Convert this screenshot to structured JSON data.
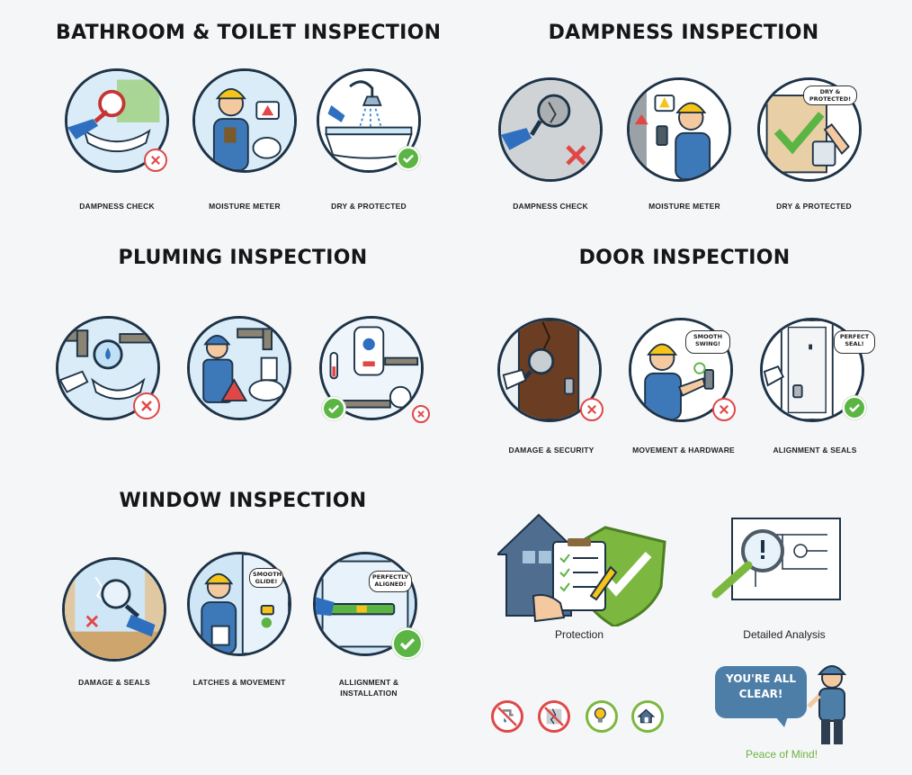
{
  "sections": {
    "bathroom": {
      "title": "BATHROOM & TOILET INSPECTION",
      "items": [
        {
          "label": "DAMPNESS CHECK",
          "status": "fail"
        },
        {
          "label": "MOISTURE METER",
          "status": "neutral"
        },
        {
          "label": "DRY & PROTECTED",
          "status": "pass"
        }
      ]
    },
    "dampness": {
      "title": "DAMPNESS INSPECTION",
      "items": [
        {
          "label": "DAMPNESS CHECK",
          "status": "fail"
        },
        {
          "label": "MOISTURE METER",
          "status": "neutral"
        },
        {
          "label": "DRY & PROTECTED",
          "status": "pass",
          "speech": "DRY & PROTECTED!"
        }
      ]
    },
    "plumbing": {
      "title": "PLUMING INSPECTION",
      "items": [
        {
          "status": "fail"
        },
        {
          "status": "warning"
        },
        {
          "status": "mixed"
        }
      ]
    },
    "door": {
      "title": "DOOR INSPECTION",
      "items": [
        {
          "label": "DAMAGE & SECURITY",
          "status": "fail"
        },
        {
          "label": "MOVEMENT & HARDWARE",
          "status": "fail",
          "speech": "SMOOTH SWING!"
        },
        {
          "label": "ALIGNMENT & SEALS",
          "status": "pass",
          "speech": "PERFECT SEAL!"
        }
      ]
    },
    "window": {
      "title": "WINDOW INSPECTION",
      "items": [
        {
          "label": "DAMAGE & SEALS",
          "status": "fail"
        },
        {
          "label": "LATCHES & MOVEMENT",
          "status": "neutral",
          "speech": "SMOOTH GLIDE!"
        },
        {
          "label": "ALLIGNMENT & INSTALLATION",
          "label_line1": "ALLIGNMENT &",
          "label_line2": "INSTALLATION",
          "status": "pass",
          "speech": "PERFECTLY ALIGNED!"
        }
      ]
    }
  },
  "summary": {
    "protection_label": "Protection",
    "analysis_label": "Detailed Analysis",
    "bubble_line1": "YOU'RE ALL",
    "bubble_line2": "CLEAR!",
    "peace_label": "Peace of Mind!",
    "icons": [
      "no-leak-icon",
      "no-crack-icon",
      "lightbulb-icon",
      "house-icon"
    ]
  },
  "colors": {
    "navy": "#1e3347",
    "light_blue": "#cfe6f6",
    "fail_red": "#e04848",
    "pass_green": "#5bb544",
    "house_blue": "#4e6d8f",
    "shield_green": "#7cb83f",
    "bubble_blue": "#4d7ea8"
  }
}
